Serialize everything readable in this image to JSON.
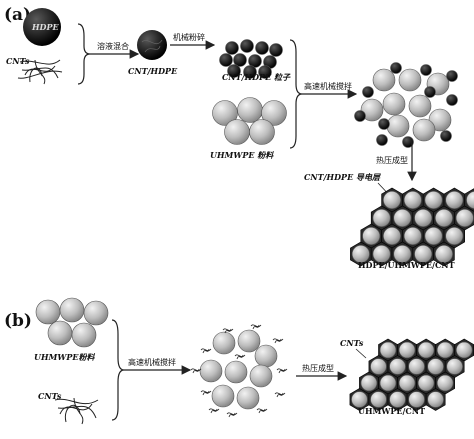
{
  "panel_a": {
    "label": "(a)",
    "hdpe_ball_label": "HDPE",
    "cnts_label": "CNTs",
    "step_solution_mix": "溶液混合",
    "cnt_hdpe_label": "CNT/HDPE",
    "step_mech_crush": "机械粉碎",
    "cnt_hdpe_particles_label": "CNT/HDPE 粒子",
    "uhmwpe_powder_label": "UHMWPE 粉料",
    "step_high_speed_stir": "高速机械搅拌",
    "step_hot_press": "热压成型",
    "conductive_layer_label": "CNT/HDPE 导电层",
    "product_label": "HDPE/UHMWPE/CNT"
  },
  "panel_b": {
    "label": "(b)",
    "uhmwpe_powder_label": "UHMWPE粉料",
    "cnts_label": "CNTs",
    "step_high_speed_stir": "高速机械搅拌",
    "step_hot_press": "热压成型",
    "cnts_coating_label": "CNTs",
    "product_label": "UHMWPE/CNT"
  },
  "colors": {
    "grey_ball": "#bdbdbd",
    "dark_ball": "#1a1a1a",
    "line": "#222222"
  }
}
